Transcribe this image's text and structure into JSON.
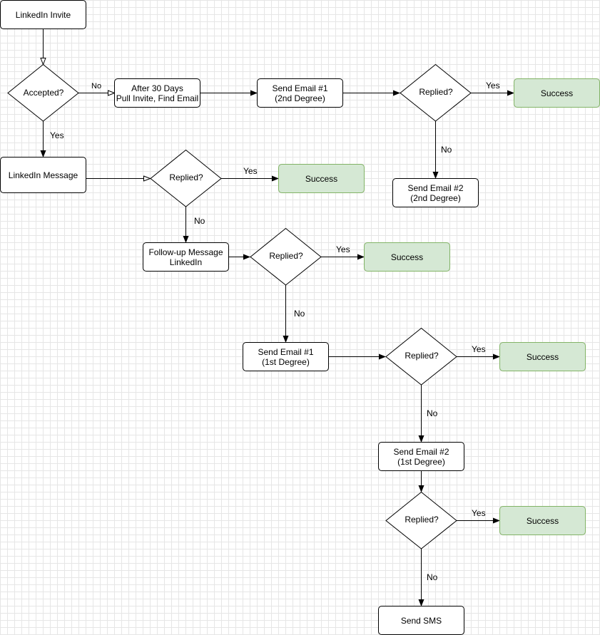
{
  "nodes": {
    "linkedin_invite": "LinkedIn Invite",
    "accepted": "Accepted?",
    "after_30_days": "After 30 Days\nPull Invite, Find Email",
    "email1_2nd": "Send Email #1\n(2nd Degree)",
    "replied_2nd_1": "Replied?",
    "success_2nd": "Success",
    "email2_2nd": "Send Email #2\n(2nd Degree)",
    "linkedin_message": "LinkedIn Message",
    "replied_msg": "Replied?",
    "success_msg": "Success",
    "followup": "Follow-up Message\nLinkedIn",
    "replied_followup": "Replied?",
    "success_followup": "Success",
    "email1_1st": "Send Email #1\n(1st Degree)",
    "replied_1st_1": "Replied?",
    "success_1st_1": "Success",
    "email2_1st": "Send Email #2\n(1st Degree)",
    "replied_1st_2": "Replied?",
    "success_1st_2": "Success",
    "send_sms": "Send SMS"
  },
  "edge_labels": {
    "accepted_no": "No",
    "accepted_yes": "Yes",
    "replied_2nd_1_yes": "Yes",
    "replied_2nd_1_no": "No",
    "replied_msg_yes": "Yes",
    "replied_msg_no": "No",
    "replied_followup_yes": "Yes",
    "replied_followup_no": "No",
    "replied_1st_1_yes": "Yes",
    "replied_1st_1_no": "No",
    "replied_1st_2_yes": "Yes",
    "replied_1st_2_no": "No"
  },
  "colors": {
    "success_fill": "#d5e8d4",
    "success_stroke": "#82b366",
    "line": "#000000",
    "grid": "#e6e6e6"
  }
}
